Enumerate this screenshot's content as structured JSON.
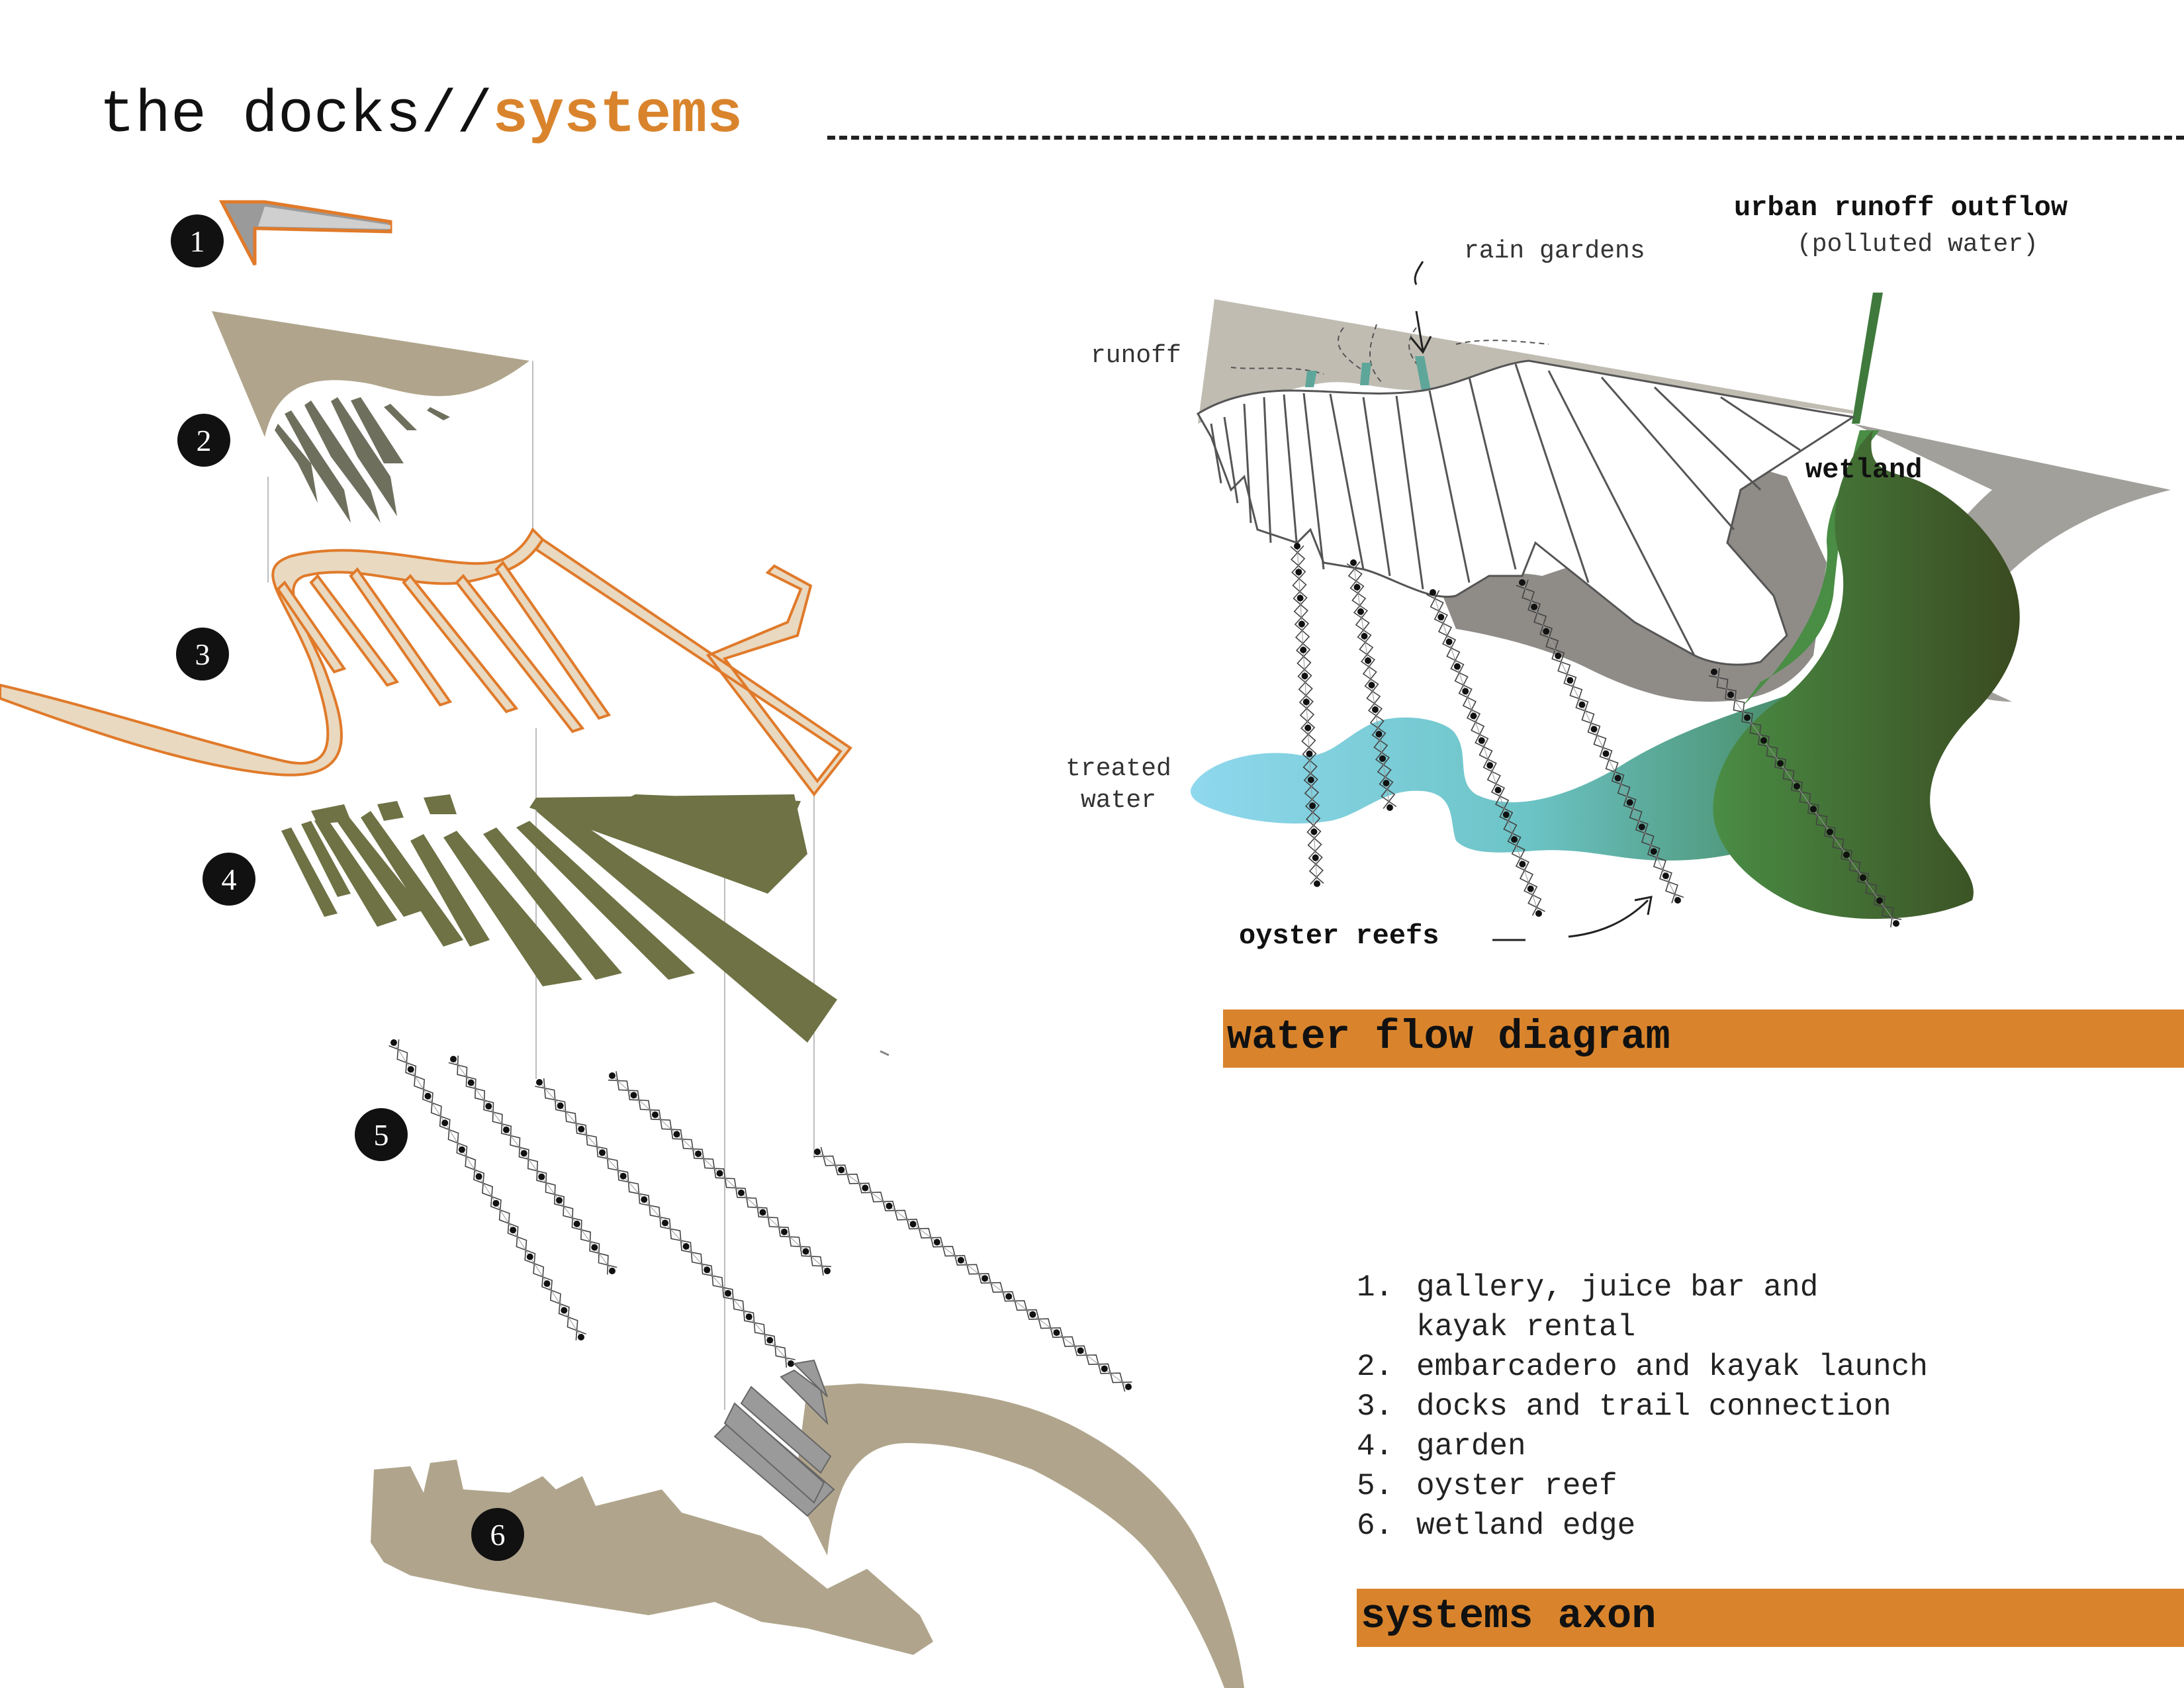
{
  "header": {
    "title_prefix": "the docks//",
    "title_accent": "systems"
  },
  "colors": {
    "accent": "#d9842c",
    "sand": "#b0a58c",
    "olive": "#6e7244",
    "orange_outline": "#e07a2a",
    "water_light": "#8fd6ec",
    "water_teal": "#5cbfc4",
    "wetland_green": "#3f7a3c",
    "badge": "#111111"
  },
  "axon": {
    "layers": [
      {
        "number": "1"
      },
      {
        "number": "2"
      },
      {
        "number": "3"
      },
      {
        "number": "4"
      },
      {
        "number": "5"
      },
      {
        "number": "6"
      }
    ]
  },
  "flow_diagram": {
    "labels": {
      "urban_runoff": "urban runoff outflow",
      "polluted": "(polluted water)",
      "rain_gardens": "rain gardens",
      "runoff": "runoff",
      "wetland": "wetland",
      "treated_1": "treated",
      "treated_2": "water",
      "oyster_reefs": "oyster reefs"
    },
    "banner": "water flow diagram"
  },
  "legend": {
    "items": [
      {
        "num": "1.",
        "text": "gallery, juice bar and"
      },
      {
        "num": "",
        "text": "kayak rental"
      },
      {
        "num": "2.",
        "text": "embarcadero and kayak launch"
      },
      {
        "num": "3.",
        "text": "docks and trail connection"
      },
      {
        "num": "4.",
        "text": "garden"
      },
      {
        "num": "5.",
        "text": "oyster reef"
      },
      {
        "num": "6.",
        "text": "wetland edge"
      }
    ],
    "banner": "systems axon"
  }
}
